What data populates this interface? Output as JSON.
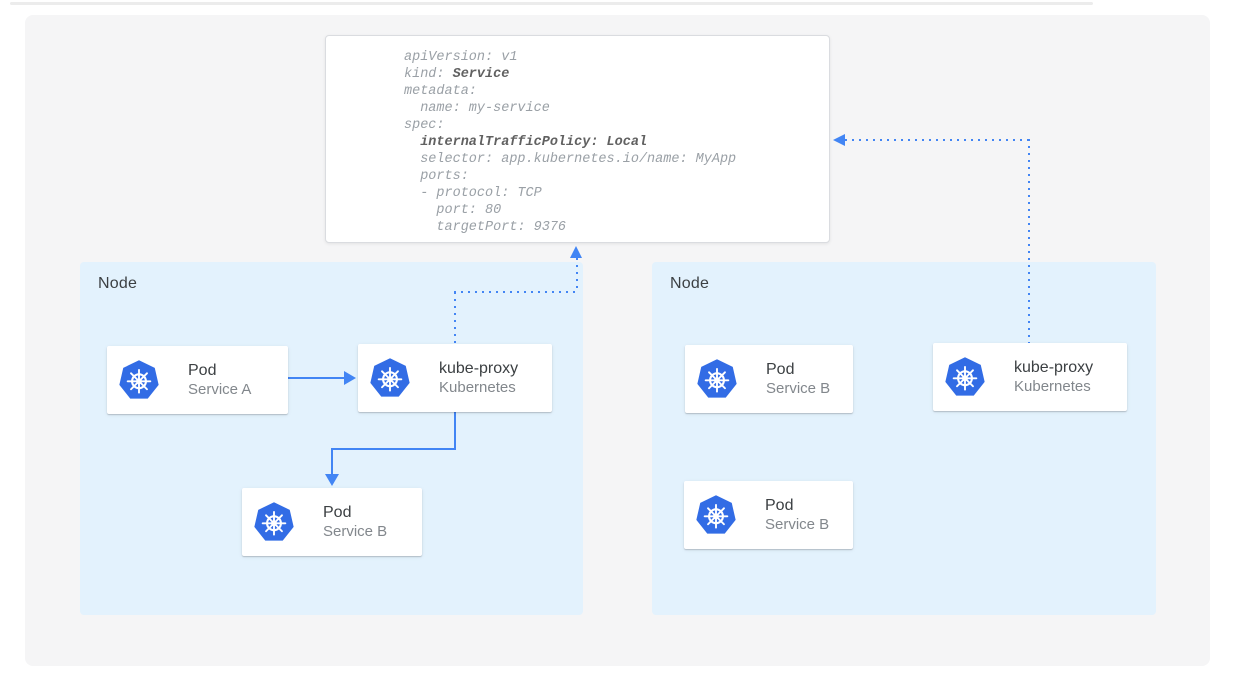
{
  "colors": {
    "accent_blue": "#4285f4",
    "kubernetes_blue": "#326ce5",
    "node_bg": "#e3f2fd",
    "canvas_bg": "#f5f5f6"
  },
  "yaml_card": {
    "lines": [
      {
        "seg0": "apiVersion: v1"
      },
      {
        "seg0": "kind: ",
        "seg1_bold": "Service"
      },
      {
        "seg0": "metadata:"
      },
      {
        "seg0": "  name: my-service"
      },
      {
        "seg0": "spec:"
      },
      {
        "seg0": "  ",
        "seg1_bold": "internalTrafficPolicy: Local"
      },
      {
        "seg0": "  selector: app.kubernetes.io/name: MyApp"
      },
      {
        "seg0": "  ports:"
      },
      {
        "seg0": "  - protocol: TCP"
      },
      {
        "seg0": "    port: 80"
      },
      {
        "seg0": "    targetPort: 9376"
      }
    ]
  },
  "nodes": [
    {
      "label": "Node",
      "cards": [
        {
          "title": "Pod",
          "subtitle": "Service A",
          "icon": "kubernetes-logo"
        },
        {
          "title": "kube-proxy",
          "subtitle": "Kubernetes",
          "icon": "kubernetes-logo"
        },
        {
          "title": "Pod",
          "subtitle": "Service B",
          "icon": "kubernetes-logo"
        }
      ]
    },
    {
      "label": "Node",
      "cards": [
        {
          "title": "Pod",
          "subtitle": "Service B",
          "icon": "kubernetes-logo"
        },
        {
          "title": "kube-proxy",
          "subtitle": "Kubernetes",
          "icon": "kubernetes-logo"
        },
        {
          "title": "Pod",
          "subtitle": "Service B",
          "icon": "kubernetes-logo"
        }
      ]
    }
  ]
}
